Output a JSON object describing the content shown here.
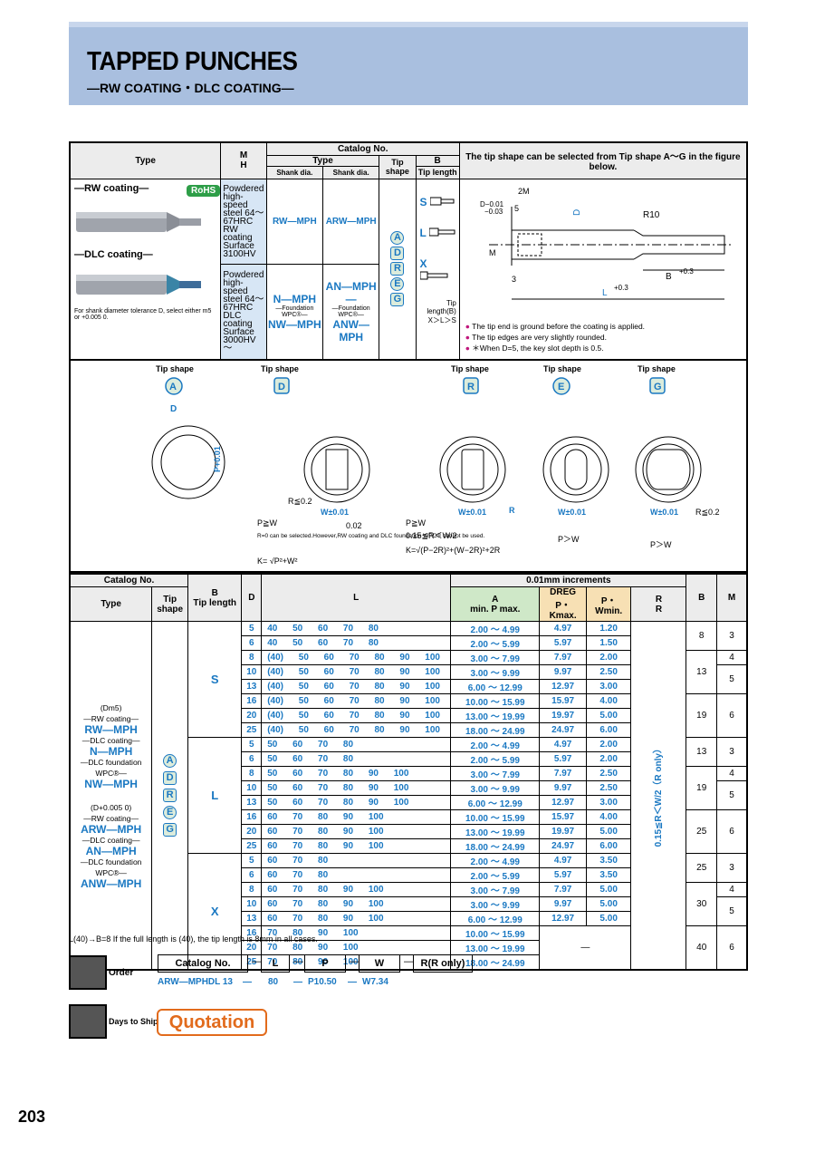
{
  "header": {
    "title": "TAPPED PUNCHES",
    "subtitle": "—RW COATING・DLC COATING—"
  },
  "spec": {
    "h_type": "Type",
    "h_m": "M",
    "h_h": "H",
    "h_catalog": "Catalog No.",
    "h_type2": "Type",
    "h_shank1": "Shank dia.",
    "h_shank2": "Shank dia.",
    "h_tipshape": "Tip shape",
    "h_b": "B",
    "h_tiplen": "Tip length",
    "h_note": "The tip shape can be selected from Tip shape A～G in the figure below.",
    "rw_label": "—RW coating—",
    "rohs": "RoHS",
    "dlc_label": "—DLC coating—",
    "shank_note": "For shank diameter tolerance D, select either m5 or +0.005 0.",
    "mat_rw": "Powdered high-speed steel 64～67HRC RW coating Surface 3100HV",
    "mat_dlc": "Powdered high-speed steel 64～67HRC DLC coating Surface 3000HV～",
    "code_rw1": "RW—MPH",
    "code_rw2": "ARW—MPH",
    "code_n1": "N—MPH",
    "code_n2": "AN—MPH—",
    "found1": "—Foundation WPC®—",
    "found2": "—Foundation WPC®—",
    "code_nw1": "NW—MPH",
    "code_nw2": "ANW—MPH",
    "shapes": [
      "A",
      "D",
      "R",
      "E",
      "G"
    ],
    "tips": [
      "S",
      "L",
      "X"
    ],
    "tip_note1": "Tip length(B)",
    "tip_note2": "X＞L＞S",
    "d_note1": "The tip end is ground before the coating is applied.",
    "d_note2": "The tip edges are very slightly rounded.",
    "d_note3": "＊When D=5, the key slot depth is 0.5."
  },
  "tipfig": {
    "title": "Tip shape",
    "shapes": [
      "A",
      "D",
      "R",
      "E",
      "G"
    ],
    "n1": "P≧W",
    "n2": "R=0 can be selected.However,RW coating and DLC foundation WPC® cannot be used.",
    "n3": "K= √P²+W²",
    "n4": "P≧W",
    "n5": "0.15≦R＜W/2",
    "n6": "K=√(P−2R)²+(W−2R)²+2R",
    "n7": "P＞W",
    "n8": "P＞W",
    "rle": "R≦0.2",
    "r": "R",
    "tol": "0.02"
  },
  "dims": {
    "h_catalog": "Catalog No.",
    "h_type": "Type",
    "h_tipshape": "Tip shape",
    "h_b": "B",
    "h_tiplen": "Tip length",
    "h_d": "D",
    "h_l": "L",
    "h_inc": "0.01mm increments",
    "h_a": "A",
    "h_dreg": "DREG",
    "h_r": "R",
    "h_minmax": "min. P max.",
    "h_pk": "P・Kmax.",
    "h_pw": "P・Wmin.",
    "h_b2": "B",
    "h_m": "M",
    "left": [
      "(Dm5)",
      "—RW coating—",
      "RW—MPH",
      "—DLC coating—",
      "N—MPH",
      "—DLC foundation WPC®—",
      "NW—MPH",
      "(D+0.005 0)",
      "—RW coating—",
      "ARW—MPH",
      "—DLC coating—",
      "AN—MPH",
      "—DLC foundation WPC®—",
      "ANW—MPH"
    ],
    "rnote": "0.15≦R＜W/2（R only）",
    "rows": [
      [
        "5",
        "40 50 60 70 80",
        "2.00 ～ 4.99",
        "4.97",
        "1.20"
      ],
      [
        "6",
        "40 50 60 70 80",
        "2.00 ～ 5.99",
        "5.97",
        "1.50"
      ],
      [
        "8",
        "(40) 50 60 70 80 90 100",
        "3.00 ～ 7.99",
        "7.97",
        "2.00"
      ],
      [
        "10",
        "(40) 50 60 70 80 90 100",
        "3.00 ～ 9.99",
        "9.97",
        "2.50"
      ],
      [
        "13",
        "(40) 50 60 70 80 90 100",
        "6.00 ～ 12.99",
        "12.97",
        "3.00"
      ],
      [
        "16",
        "(40) 50 60 70 80 90 100",
        "10.00 ～ 15.99",
        "15.97",
        "4.00"
      ],
      [
        "20",
        "(40) 50 60 70 80 90 100",
        "13.00 ～ 19.99",
        "19.97",
        "5.00"
      ],
      [
        "25",
        "(40) 50 60 70 80 90 100",
        "18.00 ～ 24.99",
        "24.97",
        "6.00"
      ],
      [
        "5",
        "50 60 70 80",
        "2.00 ～ 4.99",
        "4.97",
        "2.00"
      ],
      [
        "6",
        "50 60 70 80",
        "2.00 ～ 5.99",
        "5.97",
        "2.00"
      ],
      [
        "8",
        "50 60 70 80 90 100",
        "3.00 ～ 7.99",
        "7.97",
        "2.50"
      ],
      [
        "10",
        "50 60 70 80 90 100",
        "3.00 ～ 9.99",
        "9.97",
        "2.50"
      ],
      [
        "13",
        "50 60 70 80 90 100",
        "6.00 ～ 12.99",
        "12.97",
        "3.00"
      ],
      [
        "16",
        "60 70 80 90 100",
        "10.00 ～ 15.99",
        "15.97",
        "4.00"
      ],
      [
        "20",
        "60 70 80 90 100",
        "13.00 ～ 19.99",
        "19.97",
        "5.00"
      ],
      [
        "25",
        "60 70 80 90 100",
        "18.00 ～ 24.99",
        "24.97",
        "6.00"
      ],
      [
        "5",
        "60 70 80",
        "2.00 ～ 4.99",
        "4.97",
        "3.50"
      ],
      [
        "6",
        "60 70 80",
        "2.00 ～ 5.99",
        "5.97",
        "3.50"
      ],
      [
        "8",
        "60 70 80 90 100",
        "3.00 ～ 7.99",
        "7.97",
        "5.00"
      ],
      [
        "10",
        "60 70 80 90 100",
        "3.00 ～ 9.99",
        "9.97",
        "5.00"
      ],
      [
        "13",
        "60 70 80 90 100",
        "6.00 ～ 12.99",
        "12.97",
        "5.00"
      ],
      [
        "16",
        "70 80 90 100",
        "10.00 ～ 15.99",
        "",
        ""
      ],
      [
        "20",
        "70 80 90 100",
        "13.00 ～ 19.99",
        "—",
        ""
      ],
      [
        "25",
        "70 80 90 100",
        "18.00 ～ 24.99",
        "",
        ""
      ]
    ],
    "bm": [
      [
        "8",
        "3"
      ],
      [
        "",
        "4"
      ],
      [
        "13",
        "5"
      ],
      [
        "19",
        "6"
      ],
      [
        "13",
        "3"
      ],
      [
        "",
        "4"
      ],
      [
        "19",
        "5"
      ],
      [
        "25",
        "6"
      ],
      [
        "25",
        "3"
      ],
      [
        "",
        "4"
      ],
      [
        "30",
        "5"
      ],
      [
        "40",
        "6"
      ]
    ],
    "footnote": "L(40)→B=8   If the full length is (40), the tip length is 8mm in all cases."
  },
  "order": {
    "label": "Order",
    "cat": "Catalog No.",
    "l": "L",
    "p": "P",
    "w": "W",
    "r": "R(R only)",
    "dash": "—",
    "v_cat": "ARW—MPHDL 13",
    "v_l": "80",
    "v_p": "P10.50",
    "v_w": "W7.34"
  },
  "ship": {
    "label": "Days to Ship",
    "quote": "Quotation"
  },
  "page": "203"
}
